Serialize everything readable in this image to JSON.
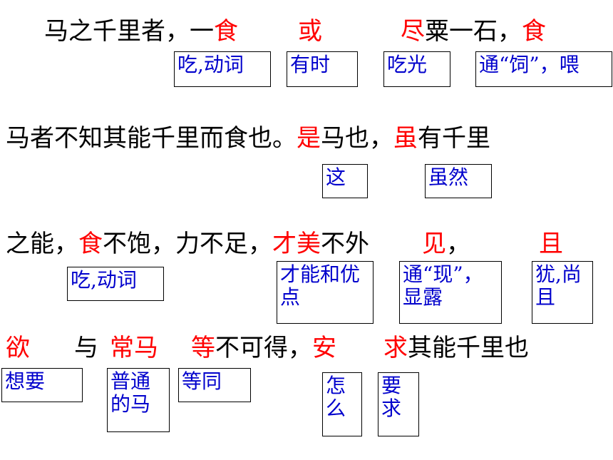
{
  "lines": [
    {
      "p1": "马之千里者，一",
      "h1": "食",
      "p2": "",
      "h2": "或",
      "p3": "",
      "h3": "尽",
      "p4": "粟一石，",
      "h4": "食"
    },
    {
      "p1": "马者不知其能千里而食也。",
      "h1": "是",
      "p2": "马也，",
      "h2": "虽",
      "p3": "有千里"
    },
    {
      "p1": "之能，",
      "h1": "食",
      "p2": "不饱，力不足，",
      "h2": "才美",
      "p3": "不外",
      "h3": "见",
      "p4": "，",
      "h4": "且"
    },
    {
      "h1": "欲",
      "p1": "与",
      "h2": "常马",
      "h3": "等",
      "p2": "不可得，",
      "h4": "安",
      "h5": "求",
      "p3": "其能千里也"
    }
  ],
  "glosses": {
    "g1": "吃,动词",
    "g2": "有时",
    "g3": "吃光",
    "g4": "通“饲”，喂",
    "g5": "这",
    "g6": "虽然",
    "g7": "吃,动词",
    "g8": "才能和优点",
    "g9": "通“现”，显露",
    "g10": "犹,尚且",
    "g11": "想要",
    "g12": "普通的马",
    "g13": "等同",
    "g14": "怎么",
    "g15": "要求"
  }
}
